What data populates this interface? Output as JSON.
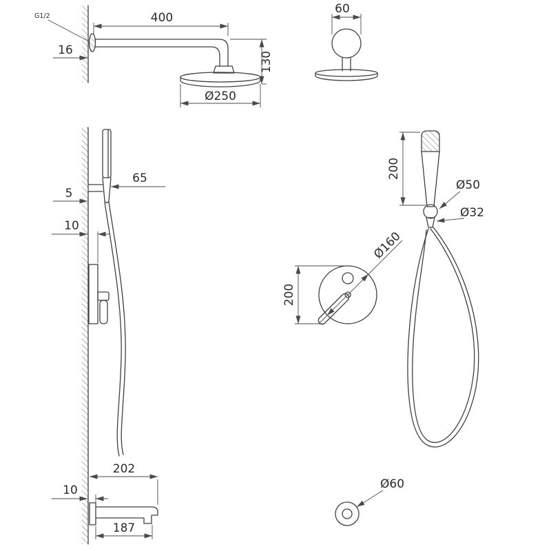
{
  "drawing": {
    "labels": {
      "thread_size": "G1/2",
      "arm_length": "400",
      "flange_depth": "16",
      "arm_drop_height": "130",
      "head_diameter": "Ø250",
      "head_side_width": "60",
      "holder_offset": "65",
      "holder_gap": "5",
      "trim_plate_depth": "10",
      "handshower_length": "200",
      "holder_diameter": "Ø50",
      "fitting_diameter": "Ø32",
      "mixer_plate_diameter": "Ø160",
      "mixer_height": "200",
      "spout_overall_length": "202",
      "spout_plate_depth": "10",
      "spout_length": "187",
      "supply_elbow_diameter": "Ø60"
    },
    "colors": {
      "line": "#3f3f3f",
      "dimension": "#4a4a4a",
      "background": "#ffffff"
    }
  }
}
